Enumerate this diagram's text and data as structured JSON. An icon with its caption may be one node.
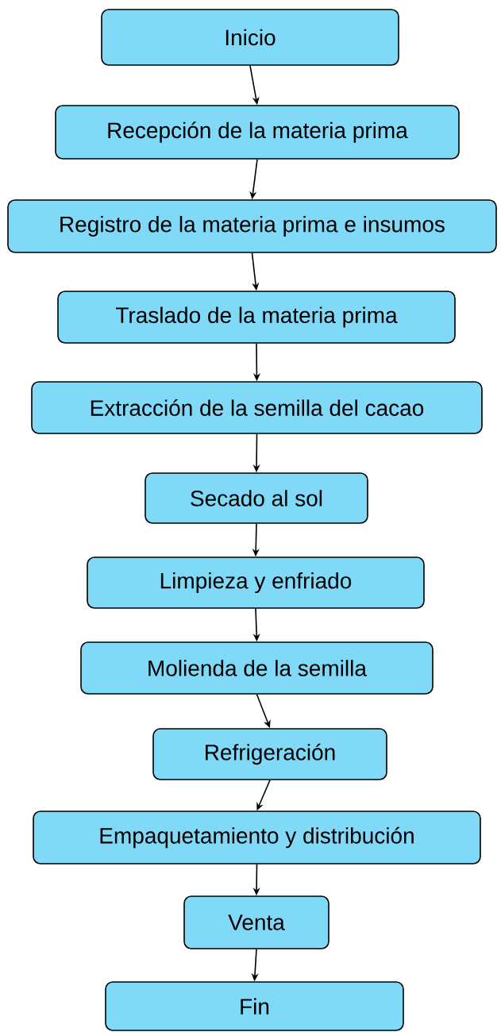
{
  "diagram": {
    "nodes": [
      {
        "text": [
          "Inicio"
        ]
      },
      {
        "text": [
          "Recepción de la materia prima"
        ]
      },
      {
        "text": [
          "Registro de la materia prima e insumos"
        ]
      },
      {
        "text": [
          "Traslado de la materia prima"
        ]
      },
      {
        "text": [
          "Extracción de la semilla del cacao"
        ]
      },
      {
        "text": [
          "Secado al sol"
        ]
      },
      {
        "text": [
          "Limpieza y enfriado"
        ]
      },
      {
        "text": [
          "Molienda de la semilla"
        ]
      },
      {
        "text": [
          "Refrigeración"
        ]
      },
      {
        "text": [
          "Empaquetamiento y distribución"
        ]
      },
      {
        "text": [
          "Venta"
        ]
      },
      {
        "text": [
          "Fin"
        ]
      }
    ],
    "edges": [
      {
        "from": 0,
        "to": 1,
        "arrow": "to"
      },
      {
        "from": 1,
        "to": 2,
        "arrow": "to"
      },
      {
        "from": 2,
        "to": 3,
        "arrow": "to"
      },
      {
        "from": 3,
        "to": 4,
        "arrow": "to"
      },
      {
        "from": 4,
        "to": 5,
        "arrow": "to"
      },
      {
        "from": 5,
        "to": 6,
        "arrow": "to"
      },
      {
        "from": 6,
        "to": 7,
        "arrow": "to"
      },
      {
        "from": 7,
        "to": 8,
        "arrow": "to"
      },
      {
        "from": 8,
        "to": 9,
        "arrow": "to"
      },
      {
        "from": 9,
        "to": 10,
        "arrow": "to"
      },
      {
        "from": 10,
        "to": 11,
        "arrow": "to"
      }
    ]
  }
}
